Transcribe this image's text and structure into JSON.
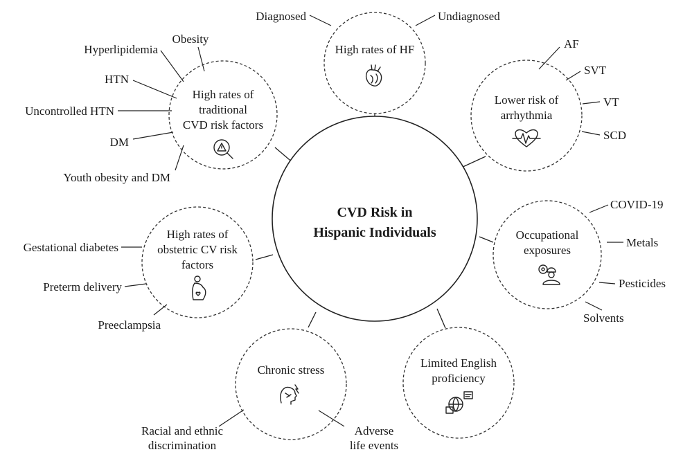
{
  "center": {
    "line1": "CVD Risk in",
    "line2": "Hispanic Individuals"
  },
  "nodes": {
    "hf": {
      "title": [
        "High rates of HF"
      ],
      "icon": "heart-anatomy-icon",
      "leaves": [
        "Diagnosed",
        "Undiagnosed"
      ]
    },
    "arrhythmia": {
      "title": [
        "Lower risk of",
        "arrhythmia"
      ],
      "icon": "heartbeat-icon",
      "leaves": [
        "AF",
        "SVT",
        "VT",
        "SCD"
      ]
    },
    "traditional": {
      "title": [
        "High rates of",
        "traditional",
        "CVD risk factors"
      ],
      "icon": "warning-magnifier-icon",
      "leaves": [
        "Obesity",
        "Hyperlipidemia",
        "HTN",
        "Uncontrolled HTN",
        "DM",
        "Youth obesity and DM"
      ]
    },
    "occupational": {
      "title": [
        "Occupational",
        "exposures"
      ],
      "icon": "worker-icon",
      "leaves": [
        "COVID-19",
        "Metals",
        "Pesticides",
        "Solvents"
      ]
    },
    "obstetric": {
      "title": [
        "High rates of",
        "obstetric CV risk",
        "factors"
      ],
      "icon": "pregnancy-icon",
      "leaves": [
        "Gestational diabetes",
        "Preterm delivery",
        "Preeclampsia"
      ]
    },
    "stress": {
      "title": [
        "Chronic stress"
      ],
      "icon": "stressed-head-icon",
      "leaves": [
        "Racial and ethnic",
        "discrimination",
        "Adverse",
        "life events"
      ]
    },
    "english": {
      "title": [
        "Limited English",
        "proficiency"
      ],
      "icon": "language-globe-icon",
      "leaves": []
    }
  }
}
